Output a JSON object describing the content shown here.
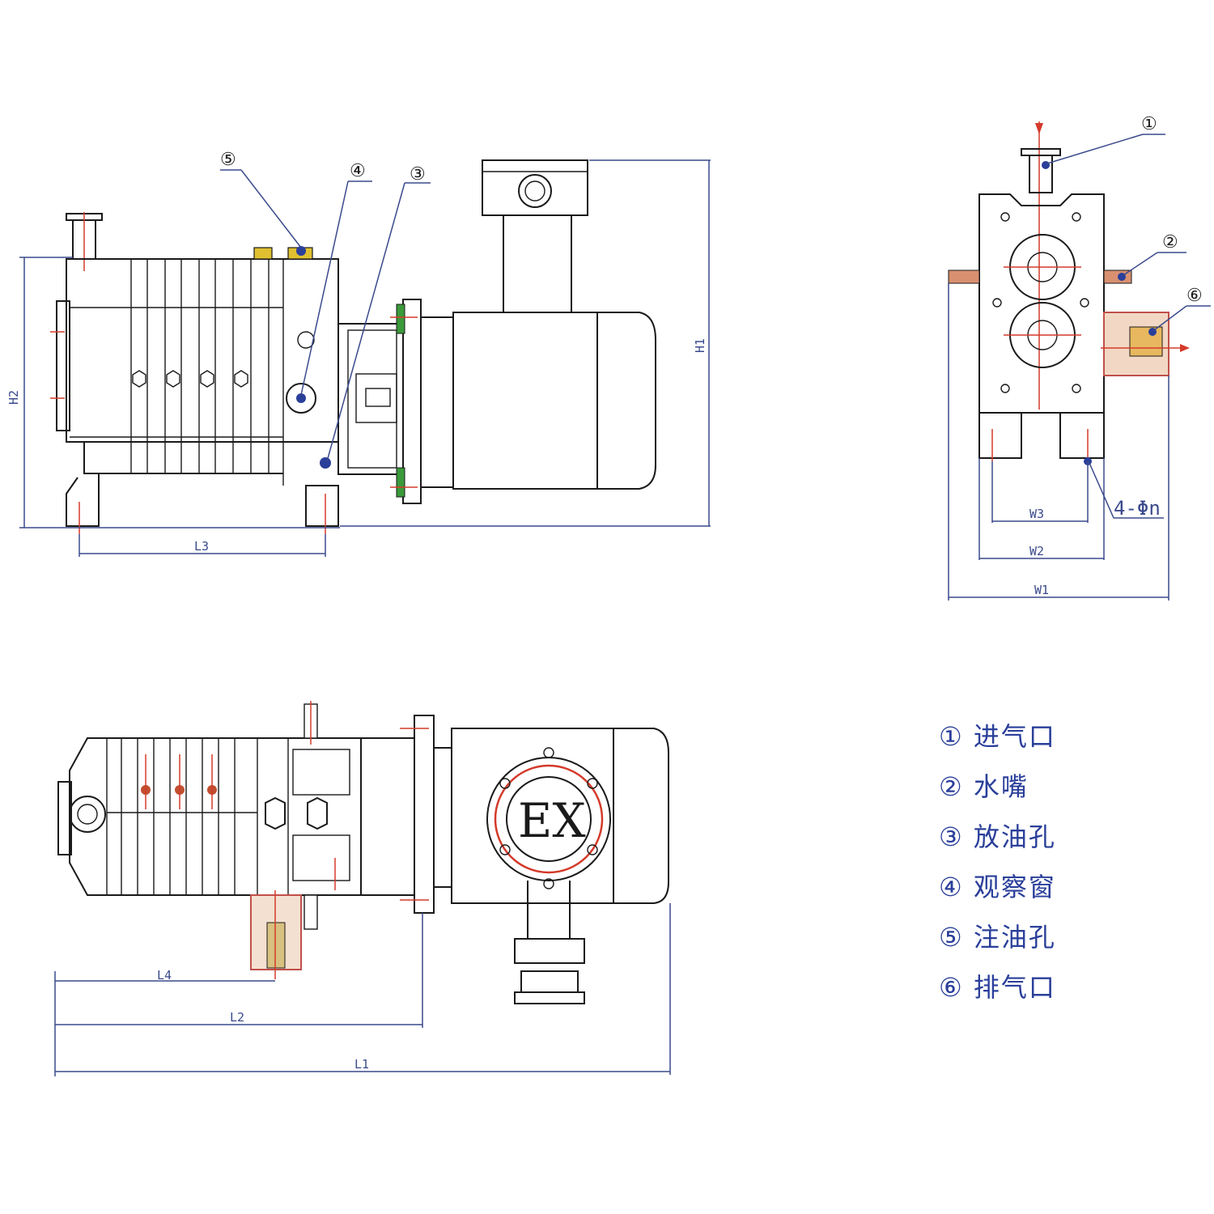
{
  "callouts": {
    "c1": "①",
    "c2": "②",
    "c3": "③",
    "c4": "④",
    "c5": "⑤",
    "c6": "⑥"
  },
  "dimensions": {
    "H1": "H1",
    "H2": "H2",
    "L1": "L1",
    "L2": "L2",
    "L3": "L3",
    "L4": "L4",
    "W1": "W1",
    "W2": "W2",
    "W3": "W3",
    "holes": "4-Φn"
  },
  "motor_label": "EX",
  "legend": [
    {
      "num": "①",
      "label": "进气口"
    },
    {
      "num": "②",
      "label": "水嘴"
    },
    {
      "num": "③",
      "label": "放油孔"
    },
    {
      "num": "④",
      "label": "观察窗"
    },
    {
      "num": "⑤",
      "label": "注油孔"
    },
    {
      "num": "⑥",
      "label": "排气口"
    }
  ],
  "colors": {
    "dimension": "#3a4a8c",
    "centerline": "#d43a2a",
    "legend": "#2a3f9a"
  }
}
